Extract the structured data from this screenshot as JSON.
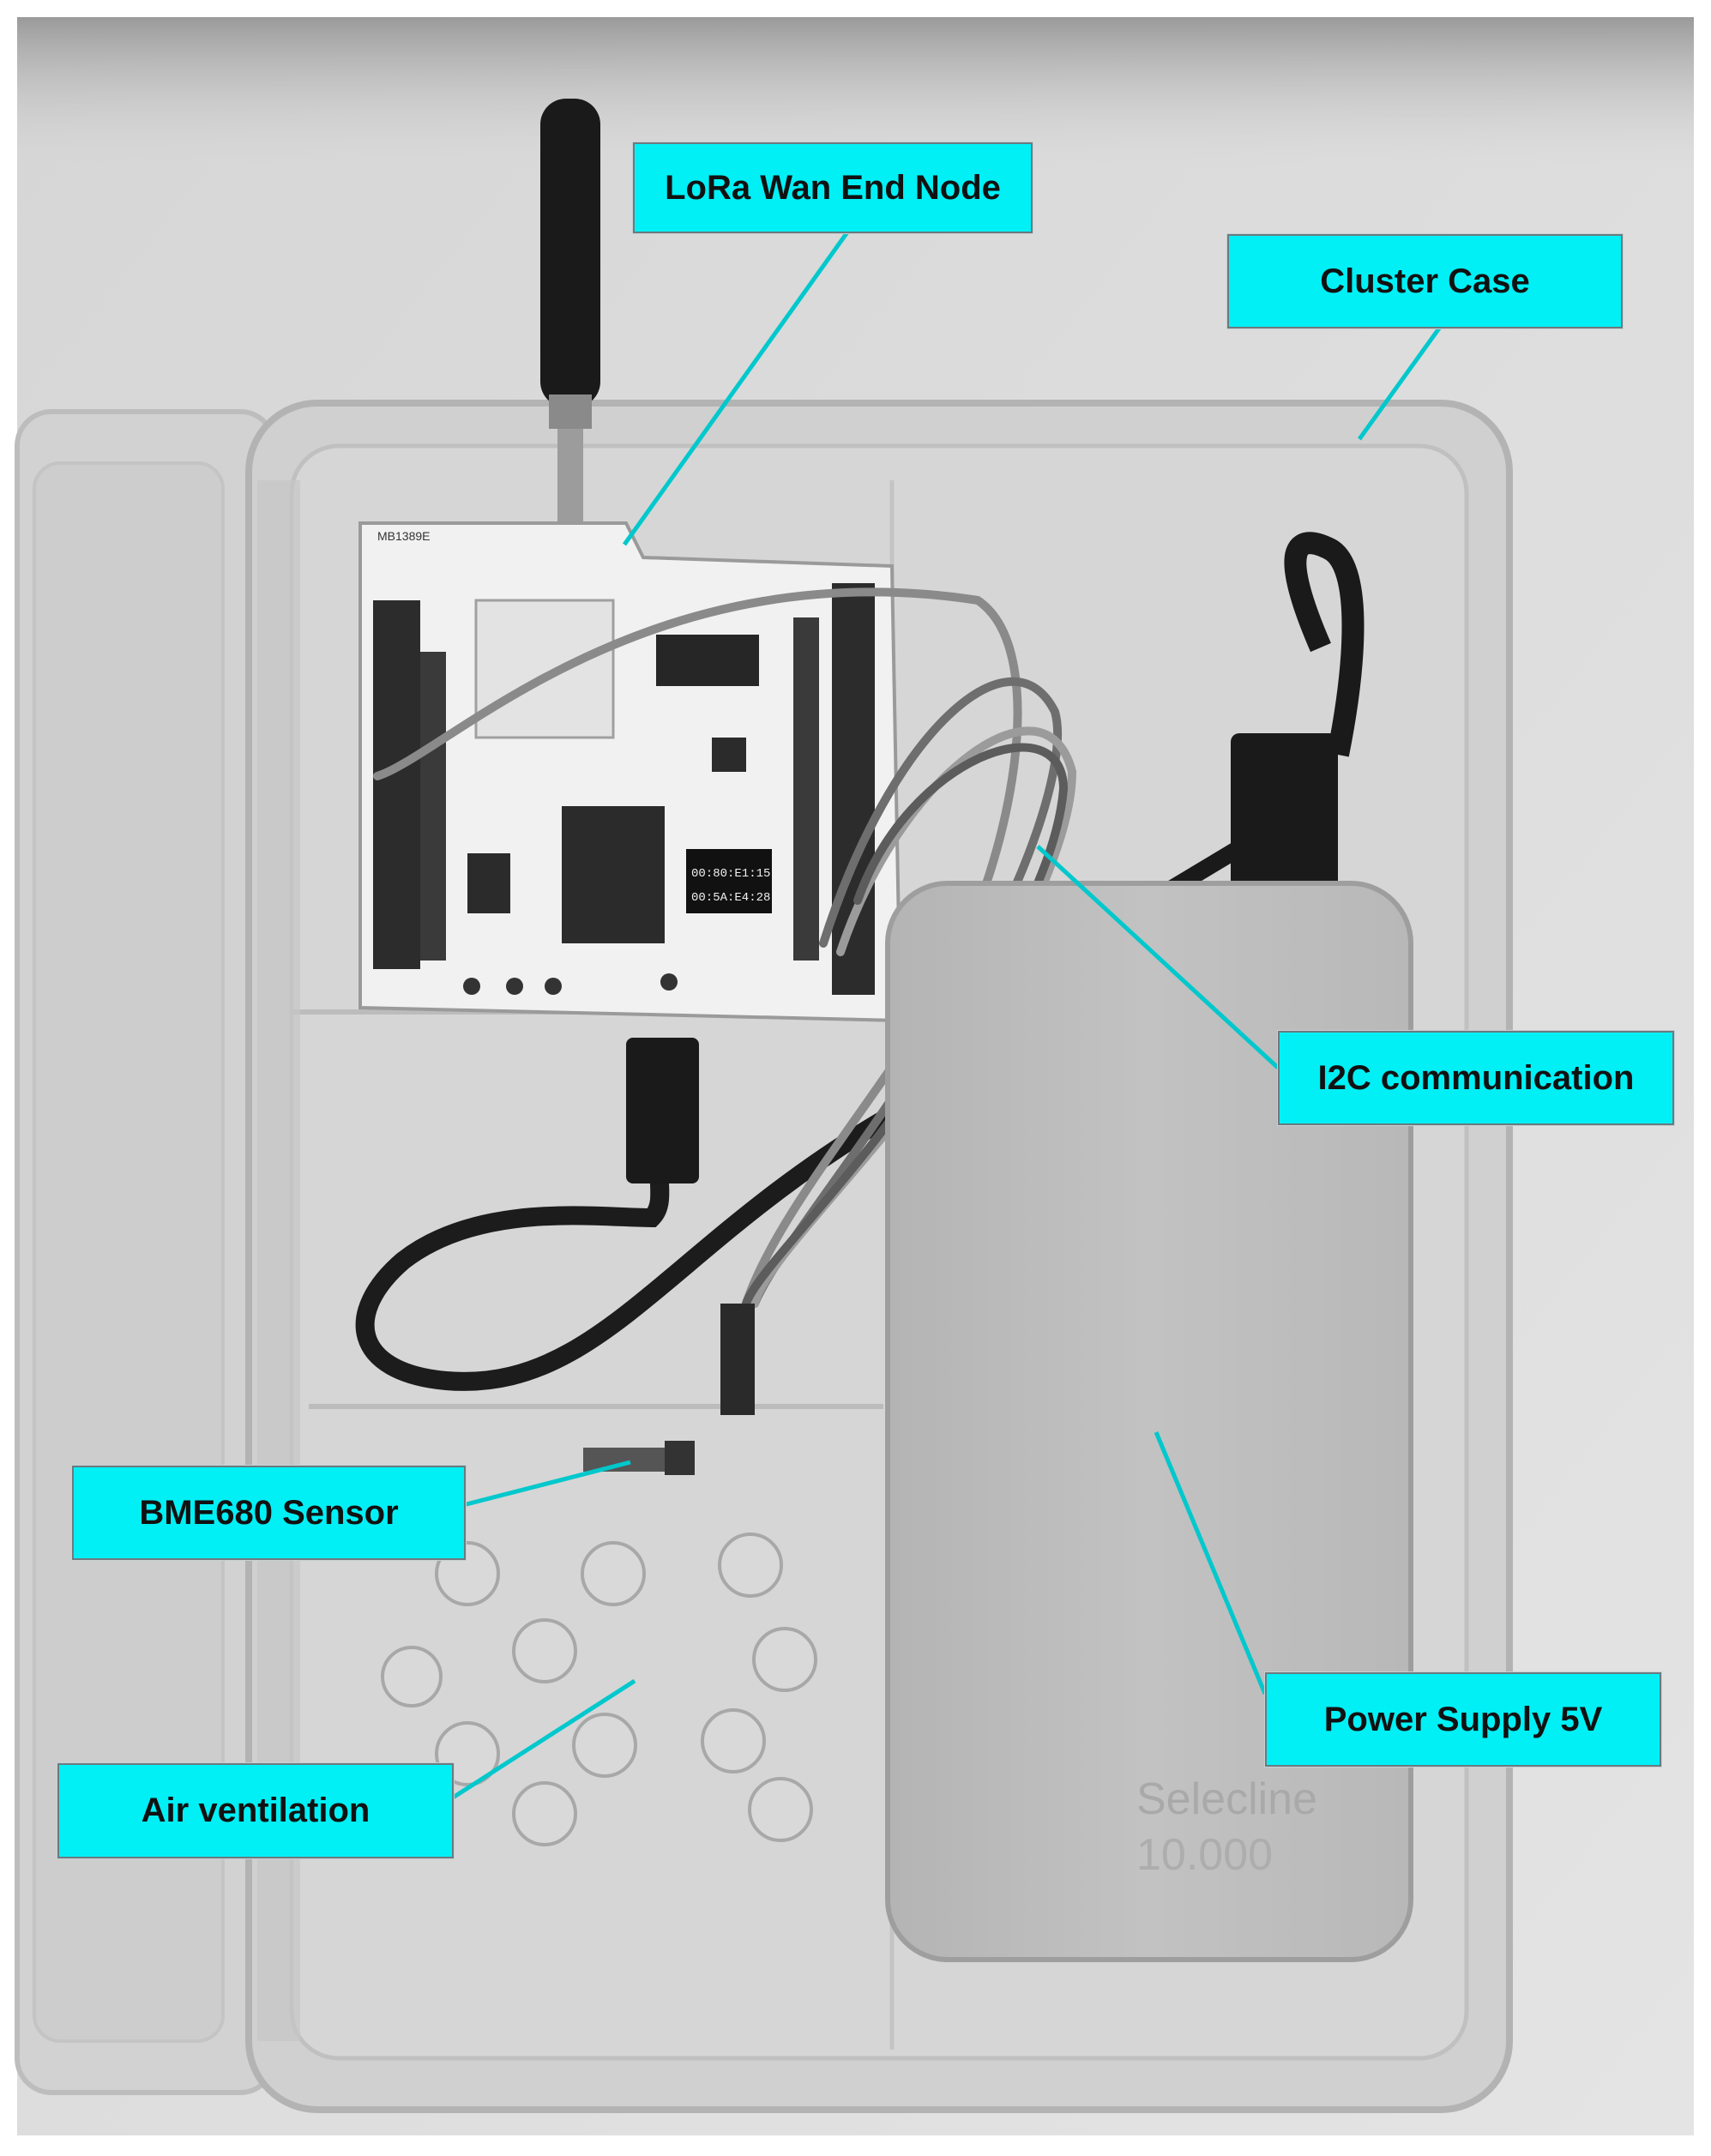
{
  "callouts": [
    {
      "id": "lora",
      "text": "LoRa Wan End Node"
    },
    {
      "id": "cluster",
      "text": "Cluster Case"
    },
    {
      "id": "i2c",
      "text": "I2C communication"
    },
    {
      "id": "bme",
      "text": "BME680 Sensor"
    },
    {
      "id": "power",
      "text": "Power Supply 5V"
    },
    {
      "id": "air",
      "text": "Air ventilation"
    }
  ],
  "board": {
    "model_code": "MB1389E",
    "display_line1": "00:80:E1:15",
    "display_line2": "00:5A:E4:28"
  },
  "power_bank": {
    "brand": "Selecline",
    "capacity": "10.000"
  },
  "colors": {
    "callout_fill": "#00f0f5",
    "leader_line": "#00c8cc"
  }
}
